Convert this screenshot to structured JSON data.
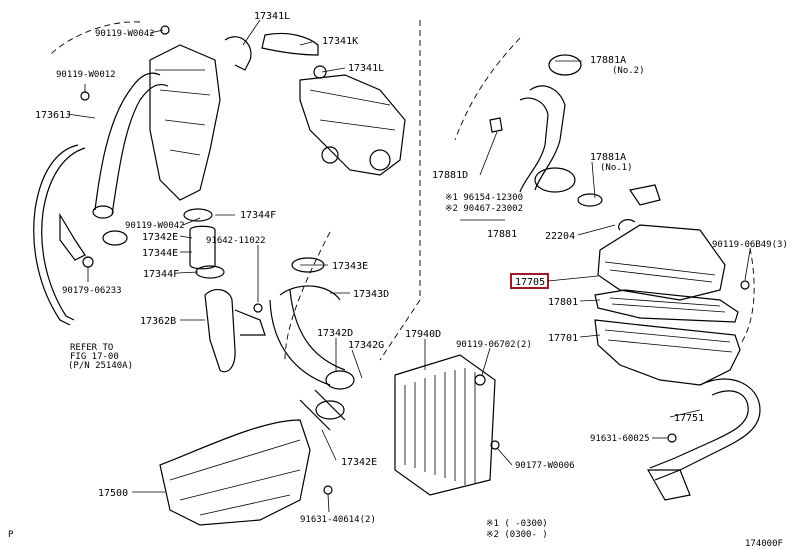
{
  "labels": {
    "p1": "90119-W0042",
    "p2": "17341L",
    "p3": "17341K",
    "p4": "17341L",
    "p5": "90119-W0012",
    "p6": "17361J",
    "p7": "17881A",
    "p8": "(No.2)",
    "p9": "17881D",
    "p10": "17881A",
    "p11": "(No.1)",
    "p12": "90119-W0042",
    "p13": "17344F",
    "p14": "17342E",
    "p15": "17344E",
    "p16": "91642-11022",
    "p17": "17343E",
    "p18": "17344F",
    "p19": "90179-06233",
    "p20": "17343D",
    "p21": "17881",
    "p22": "22204",
    "p23": "90119-06B49(3)",
    "p24": "17705",
    "p25": "17801",
    "p26": "17701",
    "p27": "17362B",
    "p28": "17342D",
    "p29": "17342G",
    "p30": "17940D",
    "p31": "90119-06702(2)",
    "p32": "17751",
    "p33": "91631-60025",
    "p34": "17342E",
    "p35": "90177-W0006",
    "p36": "17500",
    "p37": "91631-40614(2)",
    "p38": "174000F",
    "p39": "P",
    "r1": "REFER TO",
    "r2": "FIG 17-00",
    "r3": "(P/N 25140A)",
    "n1": "※1 96154-12300",
    "n2": "※2 90467-23002",
    "f1": "※1 (   -0300)",
    "f2": "※2 (0300-   )"
  },
  "highlight_color": "#a0182a"
}
